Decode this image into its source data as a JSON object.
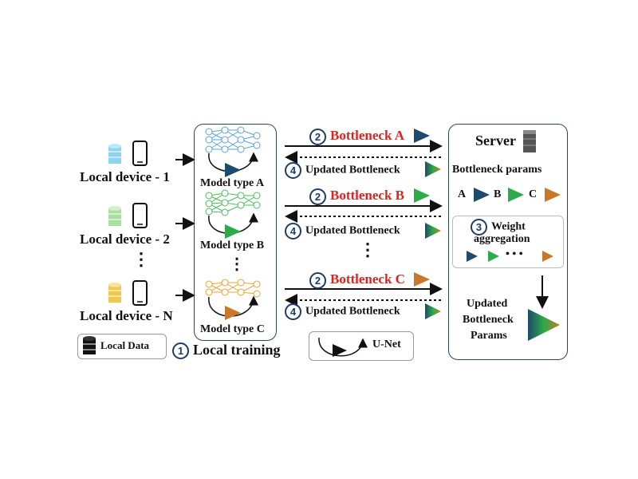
{
  "devices": [
    {
      "label": "Local device - 1",
      "color": "#8fd3f0"
    },
    {
      "label": "Local device - 2",
      "color": "#a8e0a0"
    },
    {
      "label": "Local device - N",
      "color": "#f2c84b"
    }
  ],
  "vdots": "⋮",
  "legend_local_data": "Local Data",
  "models": [
    "Model type A",
    "Model type B",
    "Model type C"
  ],
  "step1": {
    "num": "1",
    "label": "Local training"
  },
  "flows": [
    {
      "num": "2",
      "up": "Bottleneck A",
      "num2": "4",
      "down": "Updated Bottleneck"
    },
    {
      "num": "2",
      "up": "Bottleneck B",
      "num2": "4",
      "down": "Updated Bottleneck"
    },
    {
      "num": "2",
      "up": "Bottleneck C",
      "num2": "4",
      "down": "Updated Bottleneck"
    }
  ],
  "unet_label": "U-Net",
  "server": {
    "title": "Server",
    "params_title": "Bottleneck params",
    "letters": [
      "A",
      "B",
      "C"
    ],
    "step3_num": "3",
    "aggregation": [
      "Weight",
      "aggregation"
    ],
    "dots": "• • •",
    "updated": [
      "Updated",
      "Bottleneck",
      "Params"
    ]
  },
  "colors": {
    "A": "#1e4a6b",
    "B": "#2daa4a",
    "C": "#c9782a",
    "netA": "#5aa3d6",
    "netB": "#4cbd5a",
    "netC": "#f2a12a"
  }
}
